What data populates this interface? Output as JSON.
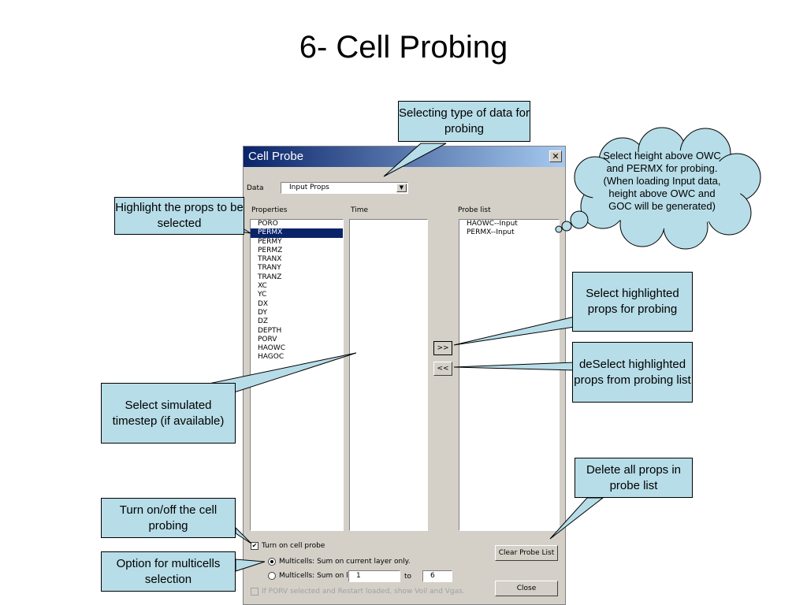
{
  "slide": {
    "title": "6- Cell Probing"
  },
  "dialog": {
    "title": "Cell Probe",
    "close_glyph": "✕",
    "data_label": "Data",
    "data_value": "Input Props",
    "properties_label": "Properties",
    "time_label": "Time",
    "probe_list_label": "Probe list",
    "properties": [
      "PORO",
      "PERMX",
      "PERMY",
      "PERMZ",
      "TRANX",
      "TRANY",
      "TRANZ",
      "XC",
      "YC",
      "DX",
      "DY",
      "DZ",
      "DEPTH",
      "PORV",
      "HAOWC",
      "HAGOC"
    ],
    "selected_property": "PERMX",
    "probe_list": [
      "HAOWC--Input",
      "PERMX--Input"
    ],
    "add_button": ">>",
    "remove_button": "<<",
    "turn_on_label": "Turn on cell probe",
    "turn_on_checked": true,
    "radio_current_label": "Multicells: Sum on current layer only.",
    "radio_layers_label": "Multicells: Sum on layers :",
    "radio_selected": "current",
    "layer_from": "1",
    "layer_to_label": "to",
    "layer_to": "6",
    "porv_label": "If PORV selected and Restart loaded, show Voil and Vgas.",
    "clear_button": "Clear Probe List",
    "close_button": "Close"
  },
  "callouts": {
    "data_type": "Selecting type of data for probing",
    "highlight": "Highlight the props to be selected",
    "cloud": "Select height above OWC and PERMX for probing. (When loading Input data, height above OWC and GOC will be generated)",
    "select_props": "Select highlighted props for probing",
    "deselect_props": "deSelect highlighted props from probing list",
    "timestep": "Select simulated timestep (if available)",
    "delete_all": "Delete all props in probe list",
    "turn_onoff": "Turn on/off the cell probing",
    "multicells": "Option for multicells selection"
  },
  "colors": {
    "callout_fill": "#b7dde8",
    "titlebar_start": "#0a246a",
    "titlebar_end": "#a6caf0",
    "dialog_bg": "#d4d0c8"
  }
}
